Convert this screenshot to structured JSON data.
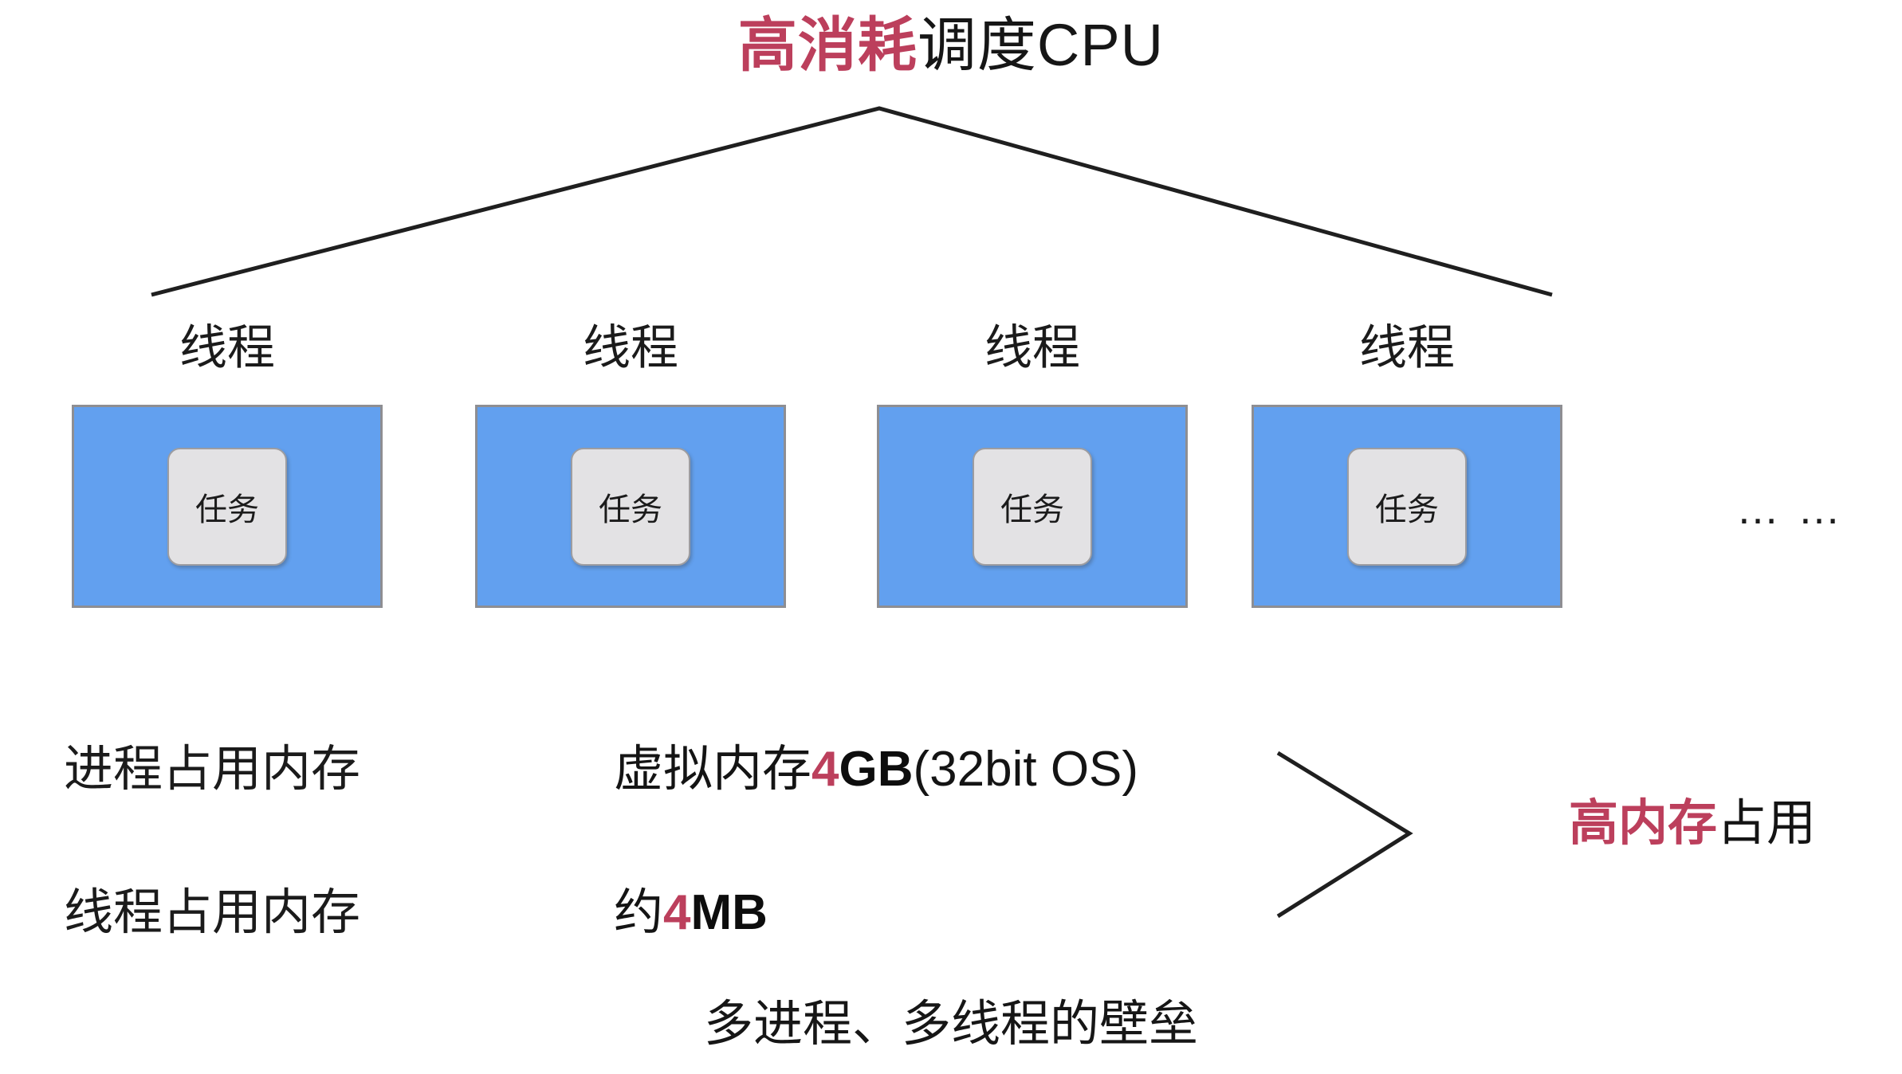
{
  "diagram": {
    "title": {
      "highlight": "高消耗",
      "rest": "调度CPU"
    },
    "threads": [
      {
        "label": "线程",
        "task": "任务"
      },
      {
        "label": "线程",
        "task": "任务"
      },
      {
        "label": "线程",
        "task": "任务"
      },
      {
        "label": "线程",
        "task": "任务"
      }
    ],
    "ellipsis": "… …",
    "memory_rows": [
      {
        "label": "进程占用内存",
        "value_prefix": "虚拟内存",
        "value_number": "4",
        "value_unit": "GB",
        "value_suffix": "(32bit OS)"
      },
      {
        "label": "线程占用内存",
        "value_prefix": "约",
        "value_number": "4",
        "value_unit": "MB",
        "value_suffix": ""
      }
    ],
    "conclusion": {
      "highlight": "高内存",
      "rest": "占用"
    },
    "footer": "多进程、多线程的壁垒",
    "colors": {
      "accent_red": "#bc3f5c",
      "thread_blue": "#62a0ef",
      "task_gray": "#e3e2e4",
      "line_black": "#1f1f1f",
      "background": "#ffffff"
    }
  }
}
